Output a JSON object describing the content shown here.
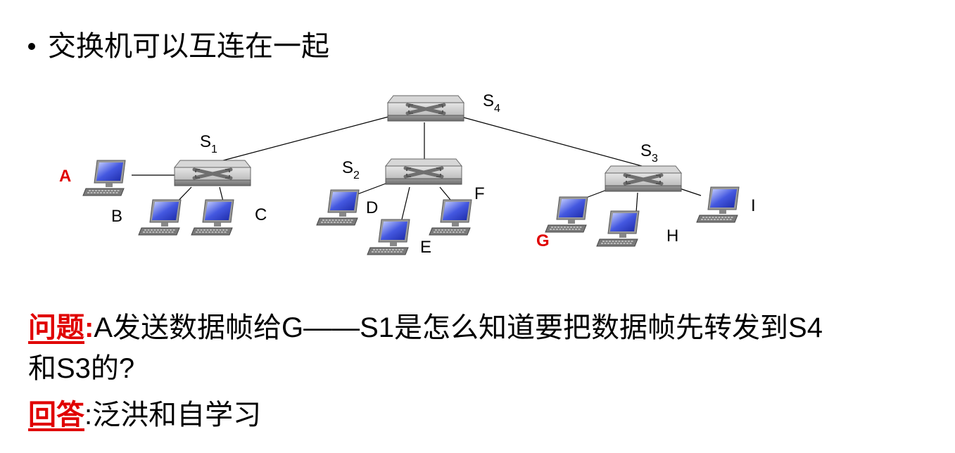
{
  "bullet": {
    "text": "交换机可以互连在一起"
  },
  "diagram": {
    "switches": [
      {
        "id": "S4",
        "label": "S",
        "sub": "4"
      },
      {
        "id": "S1",
        "label": "S",
        "sub": "1"
      },
      {
        "id": "S2",
        "label": "S",
        "sub": "2"
      },
      {
        "id": "S3",
        "label": "S",
        "sub": "3"
      }
    ],
    "hosts": [
      {
        "id": "A",
        "label": "A",
        "highlight": true
      },
      {
        "id": "B",
        "label": "B"
      },
      {
        "id": "C",
        "label": "C"
      },
      {
        "id": "D",
        "label": "D"
      },
      {
        "id": "E",
        "label": "E"
      },
      {
        "id": "F",
        "label": "F"
      },
      {
        "id": "G",
        "label": "G",
        "highlight": true
      },
      {
        "id": "H",
        "label": "H"
      },
      {
        "id": "I",
        "label": "I"
      }
    ],
    "links": [
      [
        "S4",
        "S1"
      ],
      [
        "S4",
        "S2"
      ],
      [
        "S4",
        "S3"
      ],
      [
        "S1",
        "A"
      ],
      [
        "S1",
        "B"
      ],
      [
        "S1",
        "C"
      ],
      [
        "S2",
        "D"
      ],
      [
        "S2",
        "E"
      ],
      [
        "S2",
        "F"
      ],
      [
        "S3",
        "G"
      ],
      [
        "S3",
        "H"
      ],
      [
        "S3",
        "I"
      ]
    ],
    "colors": {
      "highlight": "#e00000",
      "screen": "#3a4fd6",
      "switch": "#b9b9b9"
    }
  },
  "question": {
    "label": "问题",
    "colon": ":",
    "line1": "A发送数据帧给G——S1是怎么知道要把数据帧先转发到S4",
    "line2": "和S3的?"
  },
  "answer": {
    "label": "回答",
    "colon": ":",
    "text": "泛洪和自学习"
  }
}
